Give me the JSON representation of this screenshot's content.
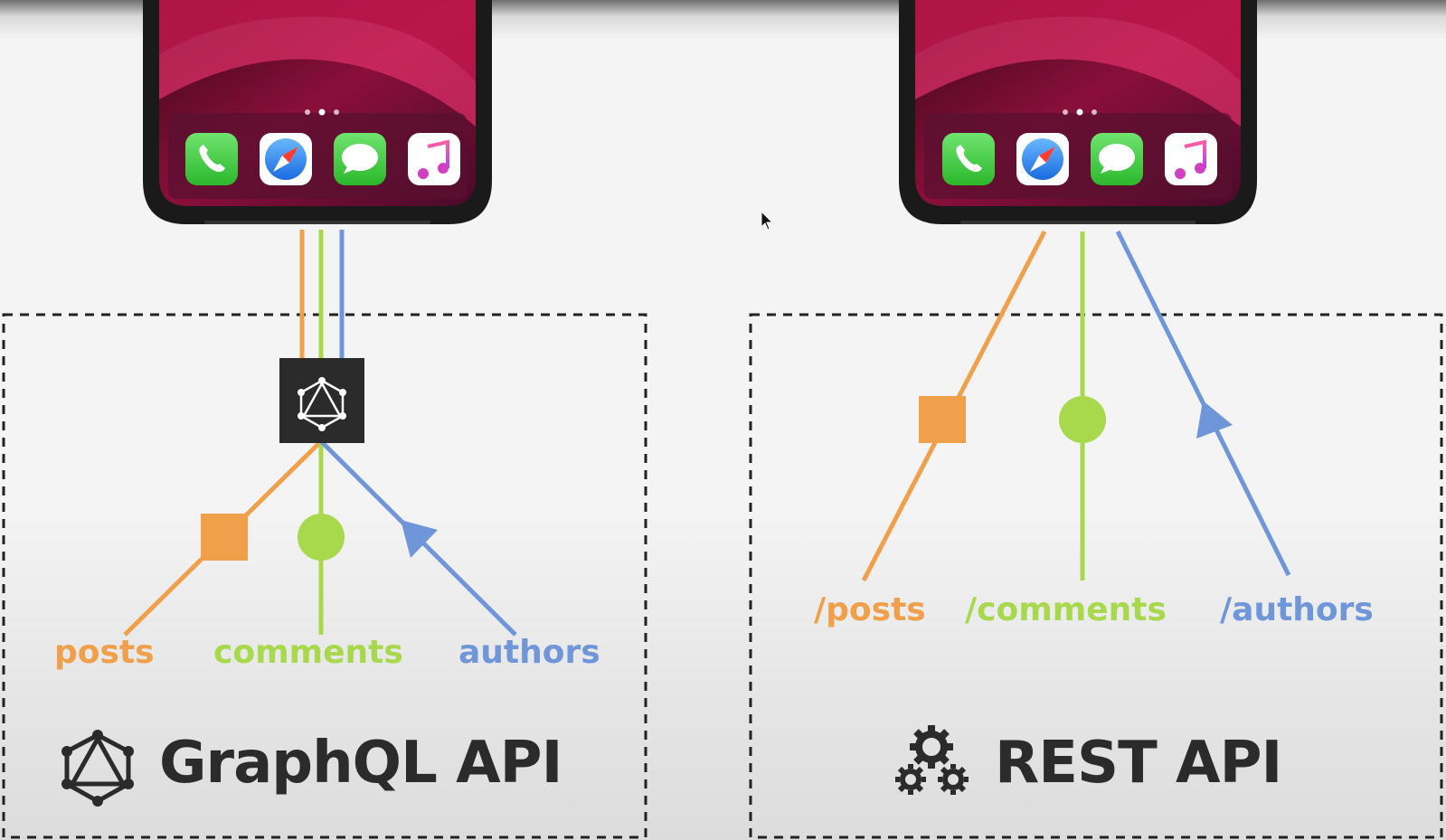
{
  "colors": {
    "posts": "#f0a04b",
    "comments": "#a8d84c",
    "authors": "#6f96d8",
    "dark": "#2b2b2b",
    "phone_frame": "#1a1a1a",
    "box_border": "#222222"
  },
  "graphql": {
    "title": "GraphQL API",
    "icon": "graphql-logo-icon",
    "labels": {
      "posts": "posts",
      "comments": "comments",
      "authors": "authors"
    }
  },
  "rest": {
    "title": "REST API",
    "icon": "gears-icon",
    "labels": {
      "posts": "/posts",
      "comments": "/comments",
      "authors": "/authors"
    }
  },
  "phone": {
    "dock_icons": [
      "phone-app-icon",
      "safari-icon",
      "messages-icon",
      "music-icon"
    ]
  }
}
